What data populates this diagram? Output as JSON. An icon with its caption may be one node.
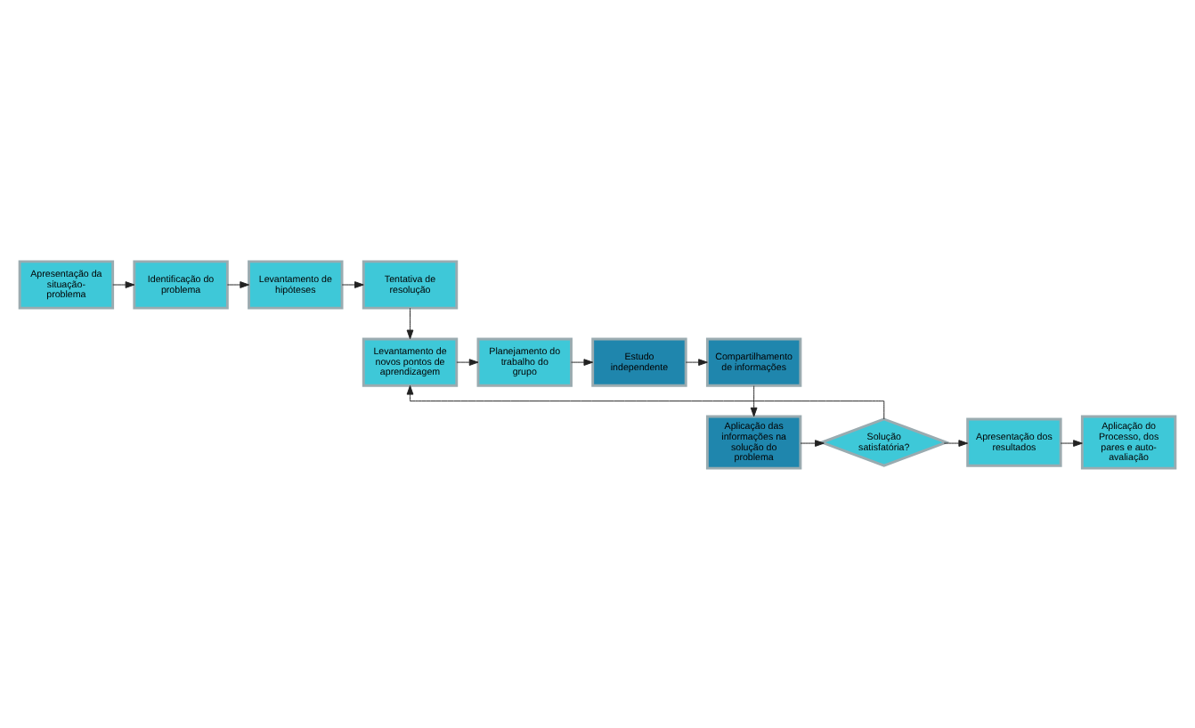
{
  "diagram": {
    "nodes": [
      {
        "text": [
          "Apresentação da situação-problema"
        ]
      },
      {
        "text": [
          "Identificação do problema"
        ]
      },
      {
        "text": [
          "Levantamento de hipóteses"
        ]
      },
      {
        "text": [
          "Tentativa de resolução"
        ]
      },
      {
        "text": [
          "Levantamento de novos pontos de aprendizagem"
        ]
      },
      {
        "text": [
          "Planejamento do trabalho do grupo"
        ]
      },
      {
        "text": [
          "Estudo independente"
        ]
      },
      {
        "text": [
          "Compartilhamento de informações"
        ]
      },
      {
        "text": [
          "Aplicação das informações na solução do problema"
        ]
      },
      {
        "text": [
          "Solução satisfatória?"
        ]
      },
      {
        "text": [
          "Apresentação dos resultados"
        ]
      },
      {
        "text": [
          "Aplicação do Processo, dos pares e auto-avaliação"
        ]
      }
    ],
    "edges": [
      {
        "from": 0,
        "to": 1,
        "arrow": "to"
      },
      {
        "from": 1,
        "to": 2,
        "arrow": "to"
      },
      {
        "from": 2,
        "to": 3,
        "arrow": "to"
      },
      {
        "from": 3,
        "to": 4,
        "arrow": "to"
      },
      {
        "from": 4,
        "to": 5,
        "arrow": "to"
      },
      {
        "from": 5,
        "to": 6,
        "arrow": "to"
      },
      {
        "from": 6,
        "to": 7,
        "arrow": "to"
      },
      {
        "from": 7,
        "to": 8,
        "arrow": "to"
      },
      {
        "from": 8,
        "to": 9,
        "arrow": "to"
      },
      {
        "from": 9,
        "to": 10,
        "arrow": "to"
      },
      {
        "from": 10,
        "to": 11,
        "arrow": "to"
      },
      {
        "from": 9,
        "to": 4,
        "arrow": "to"
      }
    ]
  }
}
